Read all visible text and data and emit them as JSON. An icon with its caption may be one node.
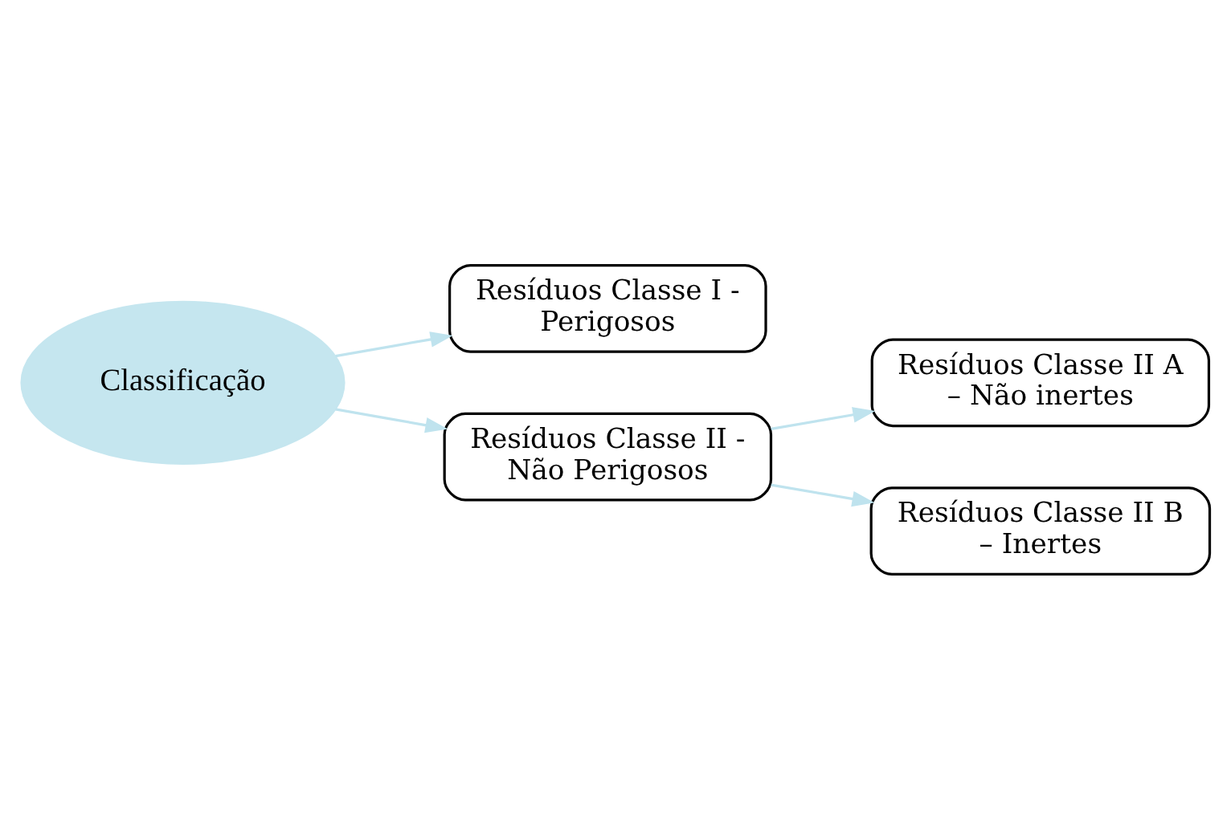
{
  "diagram": {
    "nodes": [
      {
        "text": [
          "Classificação"
        ]
      },
      {
        "text": [
          "Resíduos Classe I - Perigosos"
        ]
      },
      {
        "text": [
          "Resíduos Classe II A – Não inertes"
        ]
      },
      {
        "text": [
          "Resíduos Classe II - Não Perigosos"
        ]
      },
      {
        "text": [
          "Resíduos Classe II B – Inertes"
        ]
      }
    ],
    "edges": [
      {
        "from": 0,
        "to": 1,
        "arrow": "to"
      },
      {
        "from": 0,
        "to": 3,
        "arrow": "to"
      },
      {
        "from": 3,
        "to": 2,
        "arrow": "to"
      },
      {
        "from": 3,
        "to": 4,
        "arrow": "to"
      }
    ]
  }
}
